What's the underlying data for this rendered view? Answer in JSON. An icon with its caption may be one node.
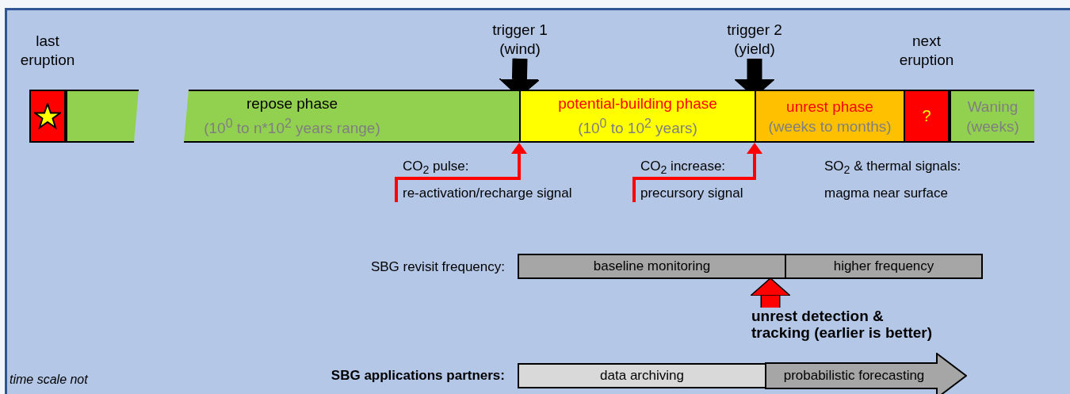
{
  "diagram": {
    "nodes": [
      {
        "text": [
          "last eruption"
        ]
      },
      {
        "text": [],
        "shape": "bar"
      },
      {
        "text": [
          "repose phase",
          "(10$^{0}$ to n*10$^{2}$ years range)"
        ]
      },
      {
        "text": [
          "potential-building phase",
          "(10$^{0}$ to 10$^{2}$ years)"
        ]
      },
      {
        "text": [
          "unrest phase",
          "(weeks to months)"
        ]
      },
      {
        "text": [
          "next eruption",
          "?"
        ]
      },
      {
        "text": [
          "Waning",
          "(weeks)"
        ]
      },
      {
        "text": [
          "trigger 1 (wind)"
        ]
      },
      {
        "text": [
          "trigger 2 (yield)"
        ]
      },
      {
        "text": [
          "CO$_{2}$ pulse:",
          "re-activation/recharge signal"
        ]
      },
      {
        "text": [
          "CO$_{2}$ increase:",
          "precursory signal"
        ]
      },
      {
        "text": [
          "baseline monitoring"
        ]
      },
      {
        "text": [
          "higher frequency"
        ]
      },
      {
        "text": [
          "unrest detection & tracking (earlier is better)"
        ]
      },
      {
        "text": [
          "data archiving"
        ]
      },
      {
        "text": [
          "probabilistic forecasting"
        ]
      }
    ],
    "edges": [
      {
        "from": 7,
        "to": 3,
        "arrow": "to",
        "color": "#000000"
      },
      {
        "from": 8,
        "to": 4,
        "arrow": "to",
        "color": "#000000"
      },
      {
        "from": 9,
        "to": 3,
        "arrow": "to"
      },
      {
        "from": 10,
        "to": 4,
        "arrow": "to"
      },
      {
        "from": 13,
        "to": 11,
        "arrow": "to"
      }
    ],
    "labels": [
      "SO$_{2}$ & thermal signals: magma near surface",
      "SBG revisit frequency:",
      "SBG applications partners:",
      "time scale not"
    ]
  }
}
